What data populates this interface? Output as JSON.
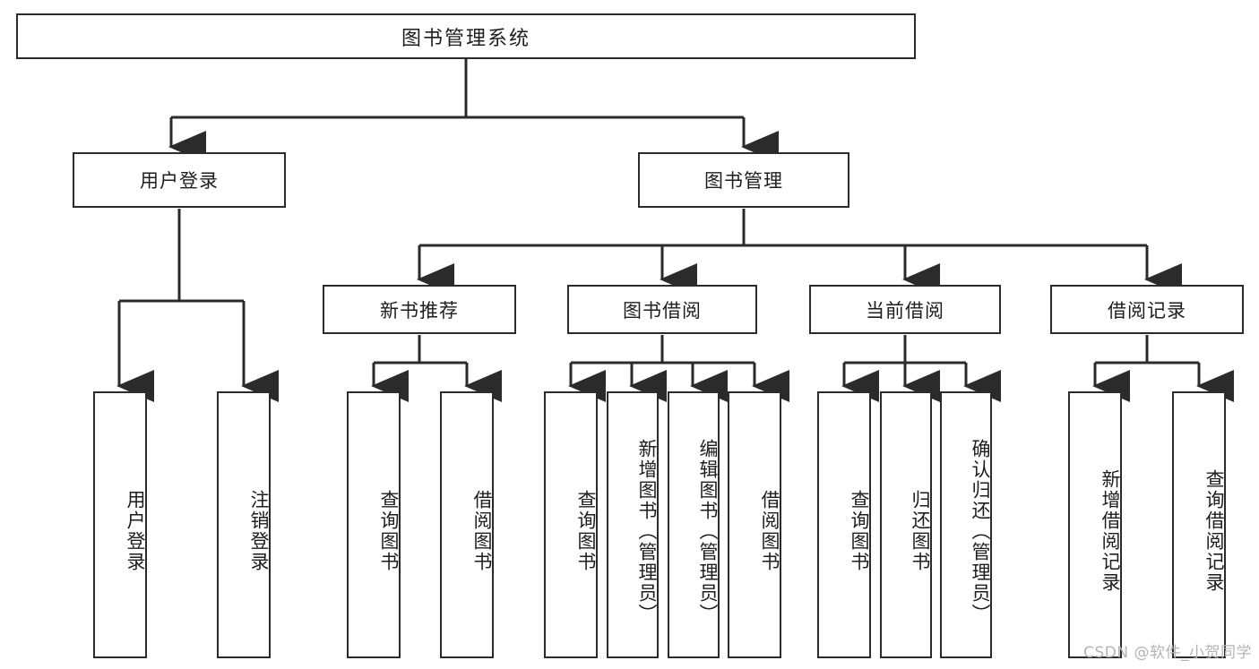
{
  "diagram": {
    "title": "图书管理系统",
    "type": "tree-hierarchy-diagram",
    "root": {
      "label": "图书管理系统"
    },
    "level1": [
      {
        "label": "用户登录"
      },
      {
        "label": "图书管理"
      }
    ],
    "level2": [
      {
        "label": "新书推荐"
      },
      {
        "label": "图书借阅"
      },
      {
        "label": "当前借阅"
      },
      {
        "label": "借阅记录"
      }
    ],
    "leaves": [
      {
        "label": "用户登录"
      },
      {
        "label": "注销登录"
      },
      {
        "label": "查询图书"
      },
      {
        "label": "借阅图书"
      },
      {
        "label": "查询图书"
      },
      {
        "label": "新增图书（管理员）"
      },
      {
        "label": "编辑图书（管理员）"
      },
      {
        "label": "借阅图书"
      },
      {
        "label": "查询图书"
      },
      {
        "label": "归还图书"
      },
      {
        "label": "确认归还（管理员）"
      },
      {
        "label": "新增借阅记录"
      },
      {
        "label": "查询借阅记录"
      }
    ],
    "watermark": "CSDN @软件_小贺同学",
    "colors": {
      "stroke": "#2b2b2b",
      "background": "#ffffff",
      "text": "#1d1d1d",
      "watermark": "#b4b4b4"
    }
  }
}
